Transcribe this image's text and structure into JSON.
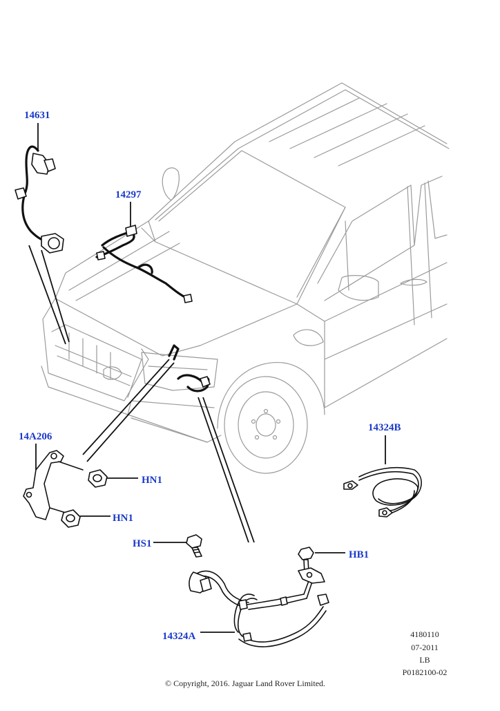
{
  "callouts": {
    "p14631": "14631",
    "p14297": "14297",
    "p14A206": "14A206",
    "hn1_upper": "HN1",
    "hn1_lower": "HN1",
    "p14324B": "14324B",
    "hs1": "HS1",
    "hb1": "HB1",
    "p14324A": "14324A"
  },
  "meta": {
    "line1": "4180110",
    "line2": "07-2011",
    "line3": "LB",
    "line4": "P0182100-02"
  },
  "copyright": "© Copyright, 2016. Jaguar Land Rover Limited.",
  "colors": {
    "callout": "#1a39c8",
    "linework": "#111111",
    "vehicle": "#9a9a9a"
  }
}
